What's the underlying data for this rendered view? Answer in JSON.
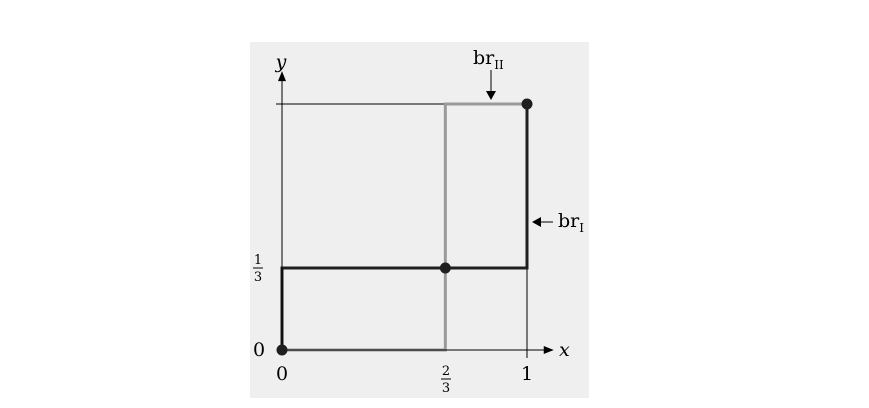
{
  "figure": {
    "background_color": "#efefef",
    "colors": {
      "br_I": "#1f1f1f",
      "br_II": "#9a9a9a",
      "axis": "#000000"
    },
    "axes": {
      "x_label": "x",
      "y_label": "y",
      "x_min": 0,
      "x_max": 1.15,
      "y_min": 0,
      "y_max": 1.15
    },
    "tick_labels": {
      "y_zero": "0",
      "y_third_num": "1",
      "y_third_den": "3",
      "x_zero": "0",
      "x_twothirds_num": "2",
      "x_twothirds_den": "3",
      "x_one": "1"
    },
    "curves": {
      "br_I": {
        "base": "br",
        "subscript": "I",
        "points": [
          [
            0,
            0
          ],
          [
            0,
            0.3333
          ],
          [
            1,
            0.3333
          ],
          [
            1,
            1
          ]
        ]
      },
      "br_II": {
        "base": "br",
        "subscript": "II",
        "points": [
          [
            0,
            0
          ],
          [
            0.6667,
            0
          ],
          [
            0.6667,
            1
          ],
          [
            1,
            1
          ]
        ]
      }
    },
    "equilibria": [
      [
        0,
        0
      ],
      [
        0.6667,
        0.3333
      ],
      [
        1,
        1
      ]
    ]
  }
}
